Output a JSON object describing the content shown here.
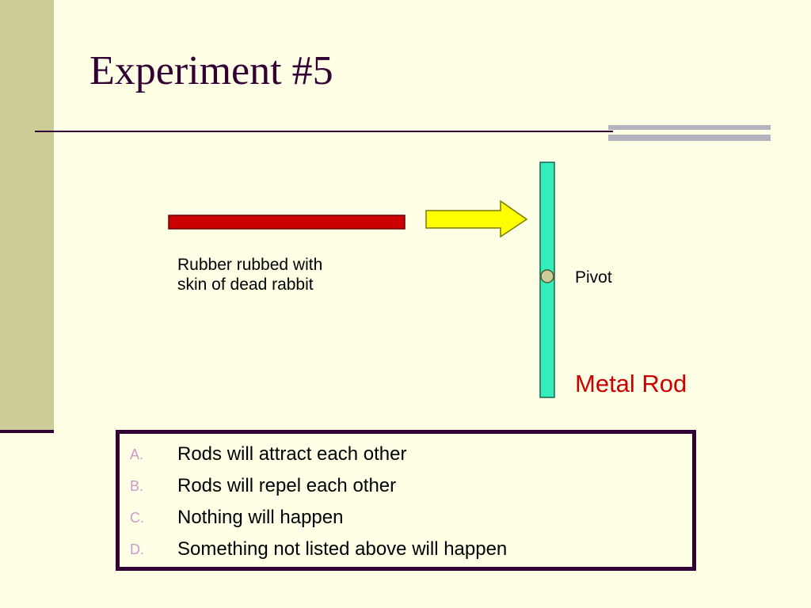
{
  "slide": {
    "title": "Experiment #5"
  },
  "diagram": {
    "rubber_label_line1": "Rubber rubbed with",
    "rubber_label_line2": "skin of dead rabbit",
    "pivot_label": "Pivot",
    "metal_rod_label": "Metal Rod"
  },
  "answers": [
    {
      "letter": "A.",
      "text": "Rods will attract each other"
    },
    {
      "letter": "B.",
      "text": "Rods will repel each other"
    },
    {
      "letter": "C.",
      "text": "Nothing will happen"
    },
    {
      "letter": "D.",
      "text": "Something not listed above will happen"
    }
  ],
  "colors": {
    "background": "#FFFFE6",
    "sidebar": "#CCCC99",
    "title": "#330033",
    "rubber_rod": "#CC0000",
    "arrow": "#FFFF00",
    "metal_rod": "#33EEBB",
    "pivot": "#CCCC99",
    "metal_label": "#CC0000",
    "answer_letters": "#CC99CC"
  }
}
